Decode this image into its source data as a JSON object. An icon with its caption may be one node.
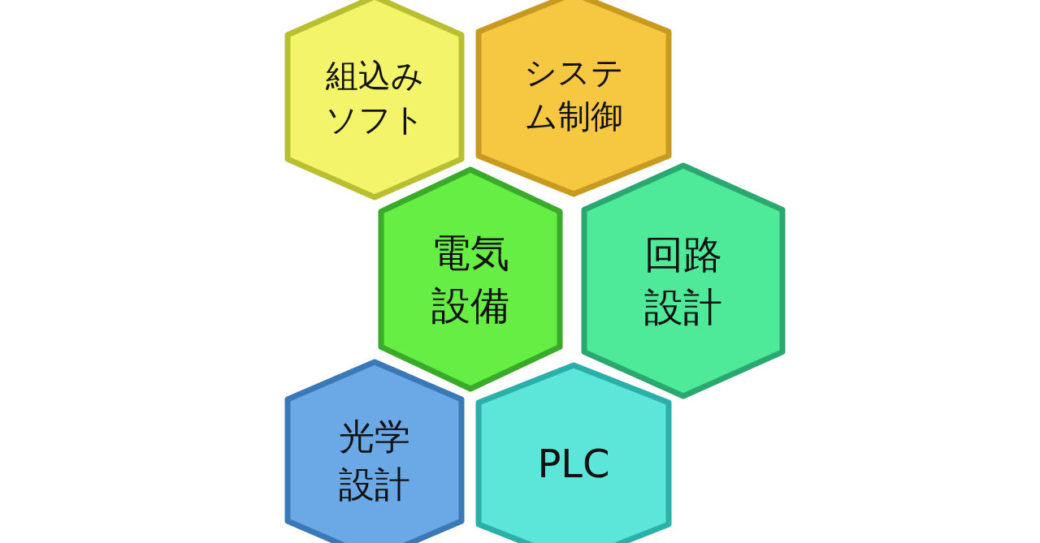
{
  "diagram": {
    "nodes": [
      {
        "text": [
          "組込みソフト"
        ]
      },
      {
        "text": [
          "システム制御"
        ]
      },
      {
        "text": [
          "電気設備"
        ]
      },
      {
        "text": [
          "回路設計"
        ]
      },
      {
        "text": [
          "光学設計"
        ]
      },
      {
        "text": [
          "PLC"
        ]
      }
    ]
  }
}
